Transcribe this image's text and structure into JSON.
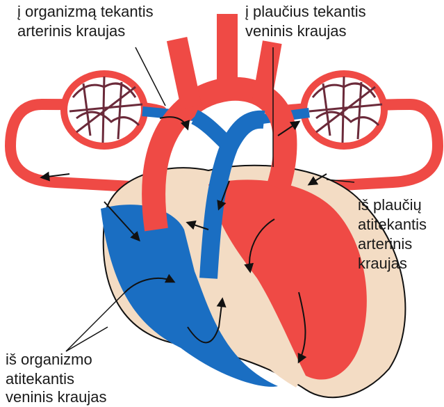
{
  "labels": {
    "top_left": [
      "į organizmą tekantis",
      "arterinis kraujas"
    ],
    "top_right": [
      "į plaučius tekantis",
      "veninis kraujas"
    ],
    "right": [
      "iš plaučių",
      "atitekantis",
      "arterinis",
      "kraujas"
    ],
    "bottom_left": [
      "iš organizmo",
      "atitekantis",
      "veninis kraujas"
    ]
  },
  "colors": {
    "arterial": "#ef4a45",
    "venous": "#1a6ec2",
    "muscle": "#f3dcc4",
    "capillary": "#6b2a3a",
    "outline": "#111111"
  }
}
